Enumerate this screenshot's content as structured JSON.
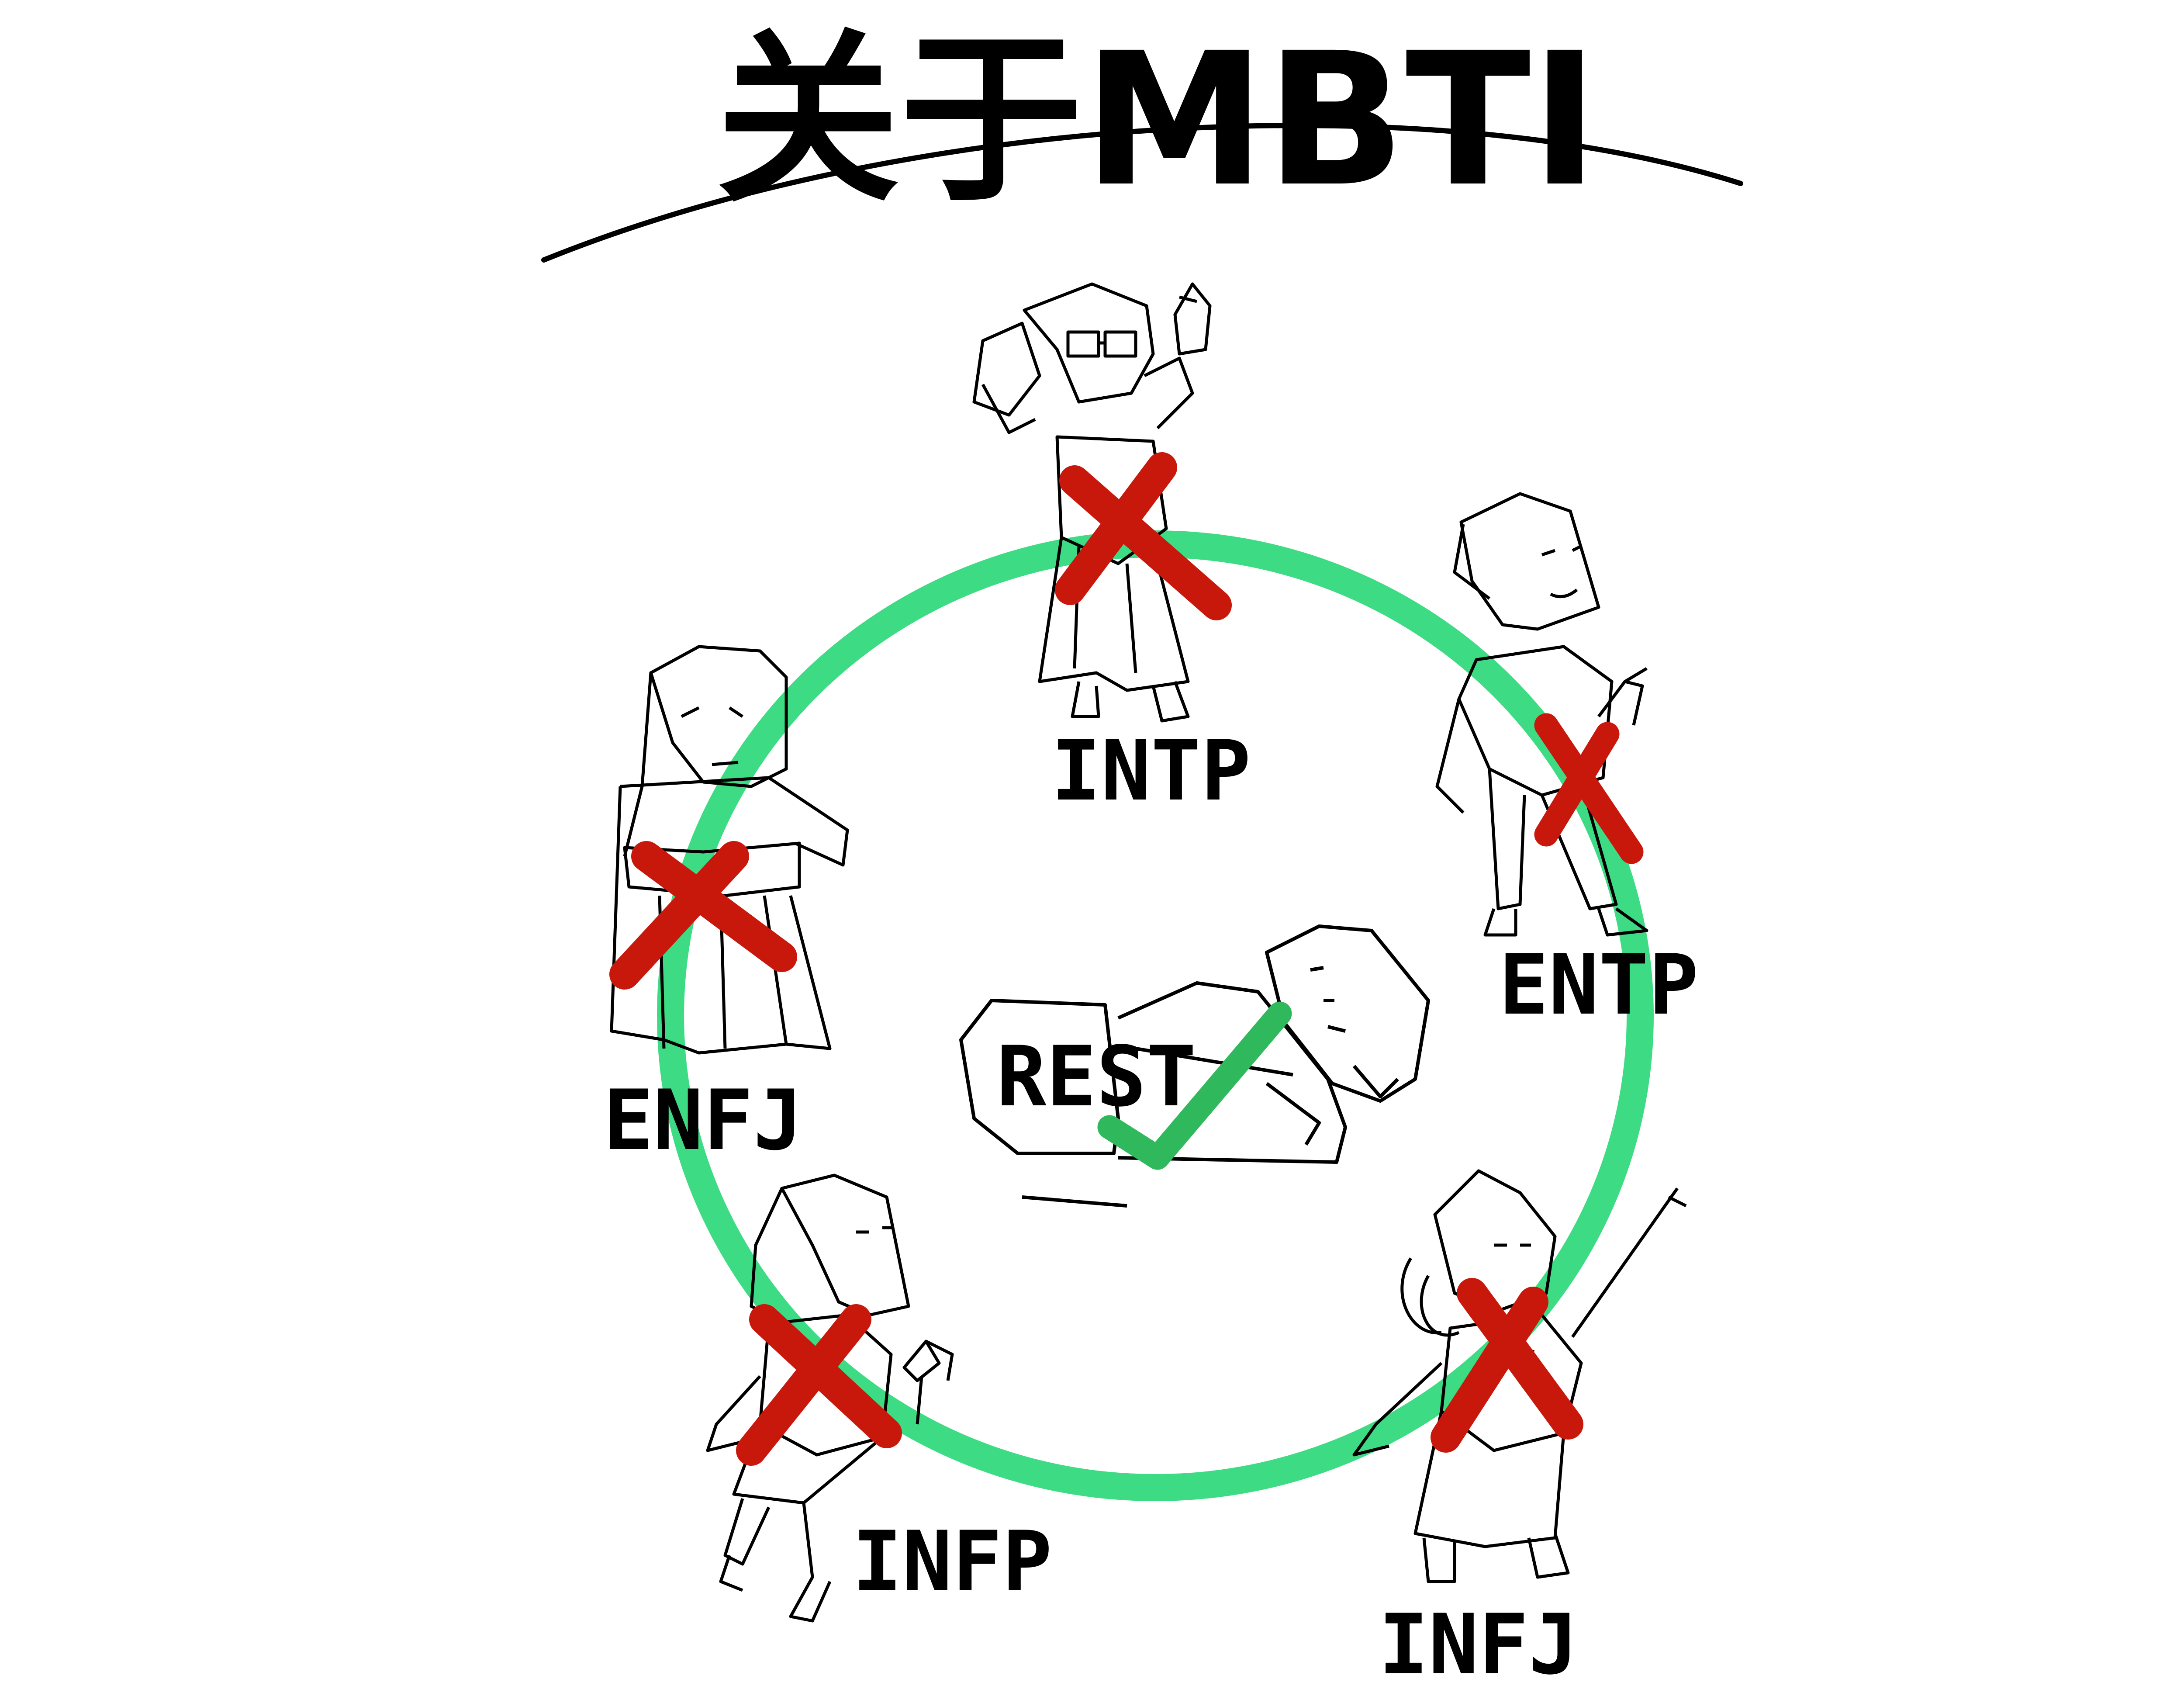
{
  "title": "关于MBTI",
  "center_label": "REST",
  "types": [
    {
      "id": "intp",
      "label": "INTP",
      "status": "crossed"
    },
    {
      "id": "entp",
      "label": "ENTP",
      "status": "crossed"
    },
    {
      "id": "infj",
      "label": "INFJ",
      "status": "crossed"
    },
    {
      "id": "infp",
      "label": "INFP",
      "status": "crossed"
    },
    {
      "id": "enfj",
      "label": "ENFJ",
      "status": "crossed"
    }
  ],
  "center_status": "checked",
  "colors": {
    "ink": "#000000",
    "ring": "#3ddc84",
    "cross": "#c8180c",
    "check": "#2fb85c",
    "background": "#ffffff"
  },
  "icons": {
    "cross": "cross-mark-icon",
    "check": "check-mark-icon"
  }
}
